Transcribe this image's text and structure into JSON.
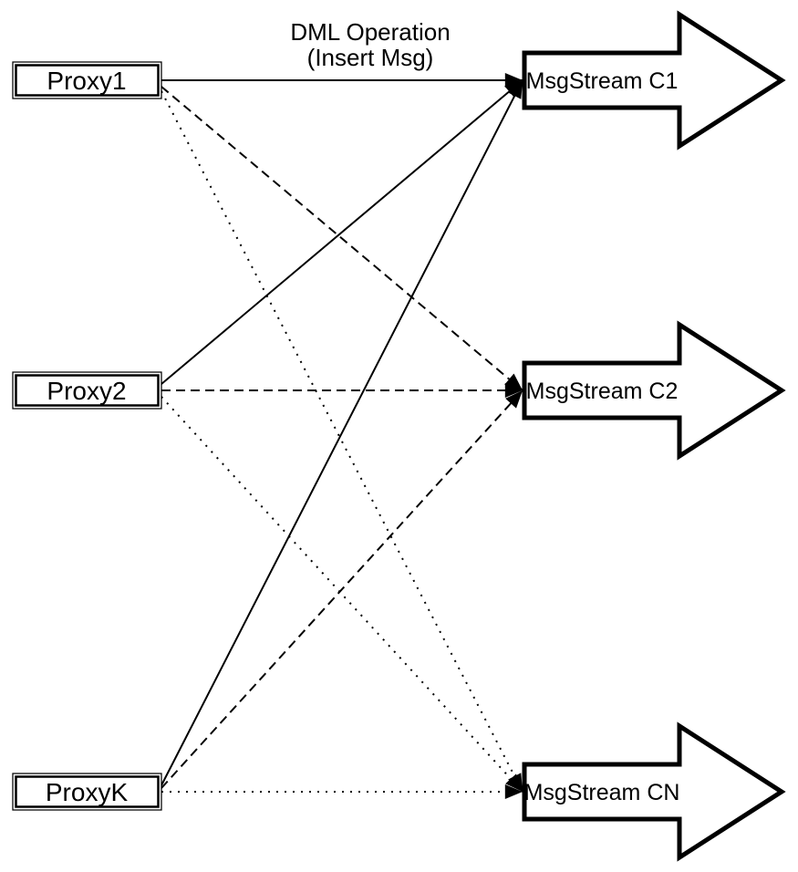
{
  "diagram": {
    "title": {
      "line1": "DML Operation",
      "line2": "(Insert Msg)"
    },
    "proxies": [
      {
        "id": "proxy1",
        "label": "Proxy1"
      },
      {
        "id": "proxy2",
        "label": "Proxy2"
      },
      {
        "id": "proxyk",
        "label": "ProxyK"
      }
    ],
    "streams": [
      {
        "id": "c1",
        "label": "MsgStream C1"
      },
      {
        "id": "c2",
        "label": "MsgStream C2"
      },
      {
        "id": "cn",
        "label": "MsgStream CN"
      }
    ],
    "edges": [
      {
        "from": "Proxy1",
        "to": "MsgStream C1",
        "style": "solid"
      },
      {
        "from": "Proxy1",
        "to": "MsgStream C2",
        "style": "dashed"
      },
      {
        "from": "Proxy1",
        "to": "MsgStream CN",
        "style": "dotted"
      },
      {
        "from": "Proxy2",
        "to": "MsgStream C1",
        "style": "solid"
      },
      {
        "from": "Proxy2",
        "to": "MsgStream C2",
        "style": "dashed"
      },
      {
        "from": "Proxy2",
        "to": "MsgStream CN",
        "style": "dotted"
      },
      {
        "from": "ProxyK",
        "to": "MsgStream C1",
        "style": "solid"
      },
      {
        "from": "ProxyK",
        "to": "MsgStream C2",
        "style": "dashed"
      },
      {
        "from": "ProxyK",
        "to": "MsgStream CN",
        "style": "dotted"
      }
    ],
    "colors": {
      "stroke": "#000000",
      "fill": "#ffffff",
      "background": "#ffffff"
    }
  }
}
